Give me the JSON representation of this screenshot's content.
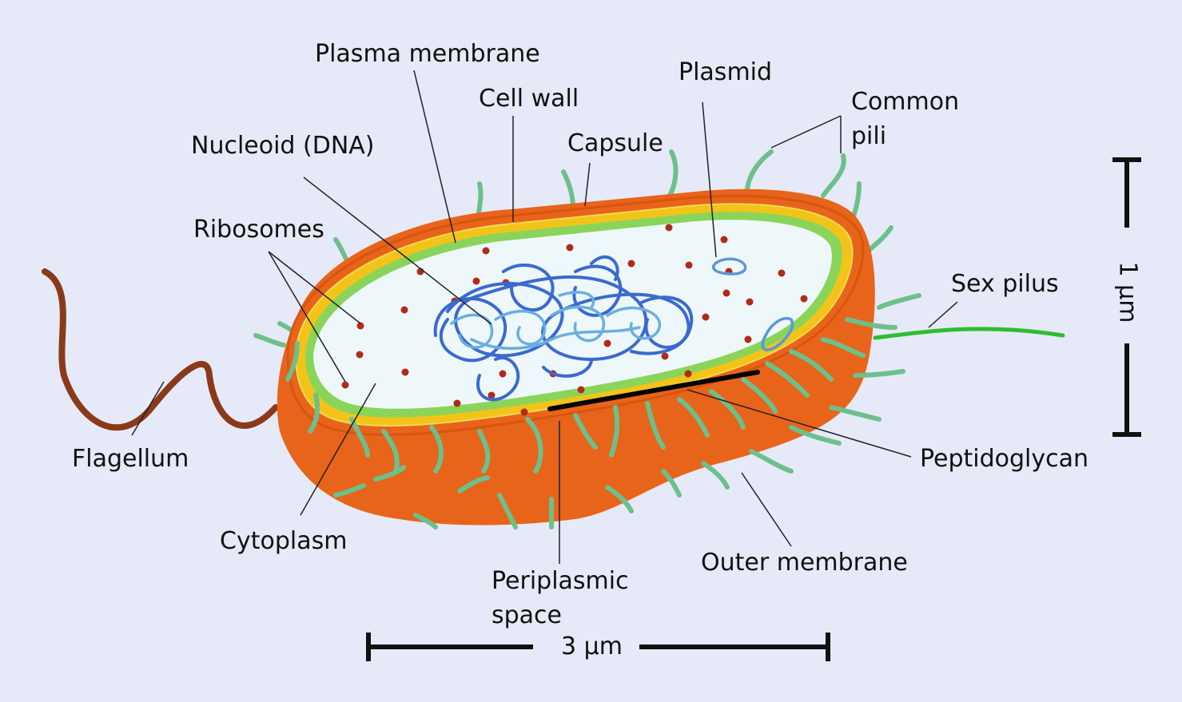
{
  "labels": {
    "plasma_membrane": "Plasma membrane",
    "cell_wall": "Cell wall",
    "plasmid": "Plasmid",
    "common_pili_line1": "Common",
    "common_pili_line2": "pili",
    "nucleoid": "Nucleoid (DNA)",
    "capsule": "Capsule",
    "ribosomes": "Ribosomes",
    "sex_pilus": "Sex pilus",
    "flagellum": "Flagellum",
    "peptidoglycan": "Peptidoglycan",
    "cytoplasm": "Cytoplasm",
    "outer_membrane": "Outer membrane",
    "periplasmic_line1": "Periplasmic",
    "periplasmic_line2": "space"
  },
  "scale_bars": {
    "length": "3 μm",
    "width": "1 μm"
  },
  "colors": {
    "background": "#e6e9f7",
    "cell_body": "#e8641a",
    "cell_wall_band": "#f2c41a",
    "plasma_membrane": "#8ad45a",
    "cytoplasm": "#eef7fa",
    "pili": "#6cc08c",
    "ribosome": "#b02a1a",
    "dna": "#3a6ad0",
    "flagellum": "#8a3a1a",
    "sex_pilus": "#2ebd2e"
  }
}
